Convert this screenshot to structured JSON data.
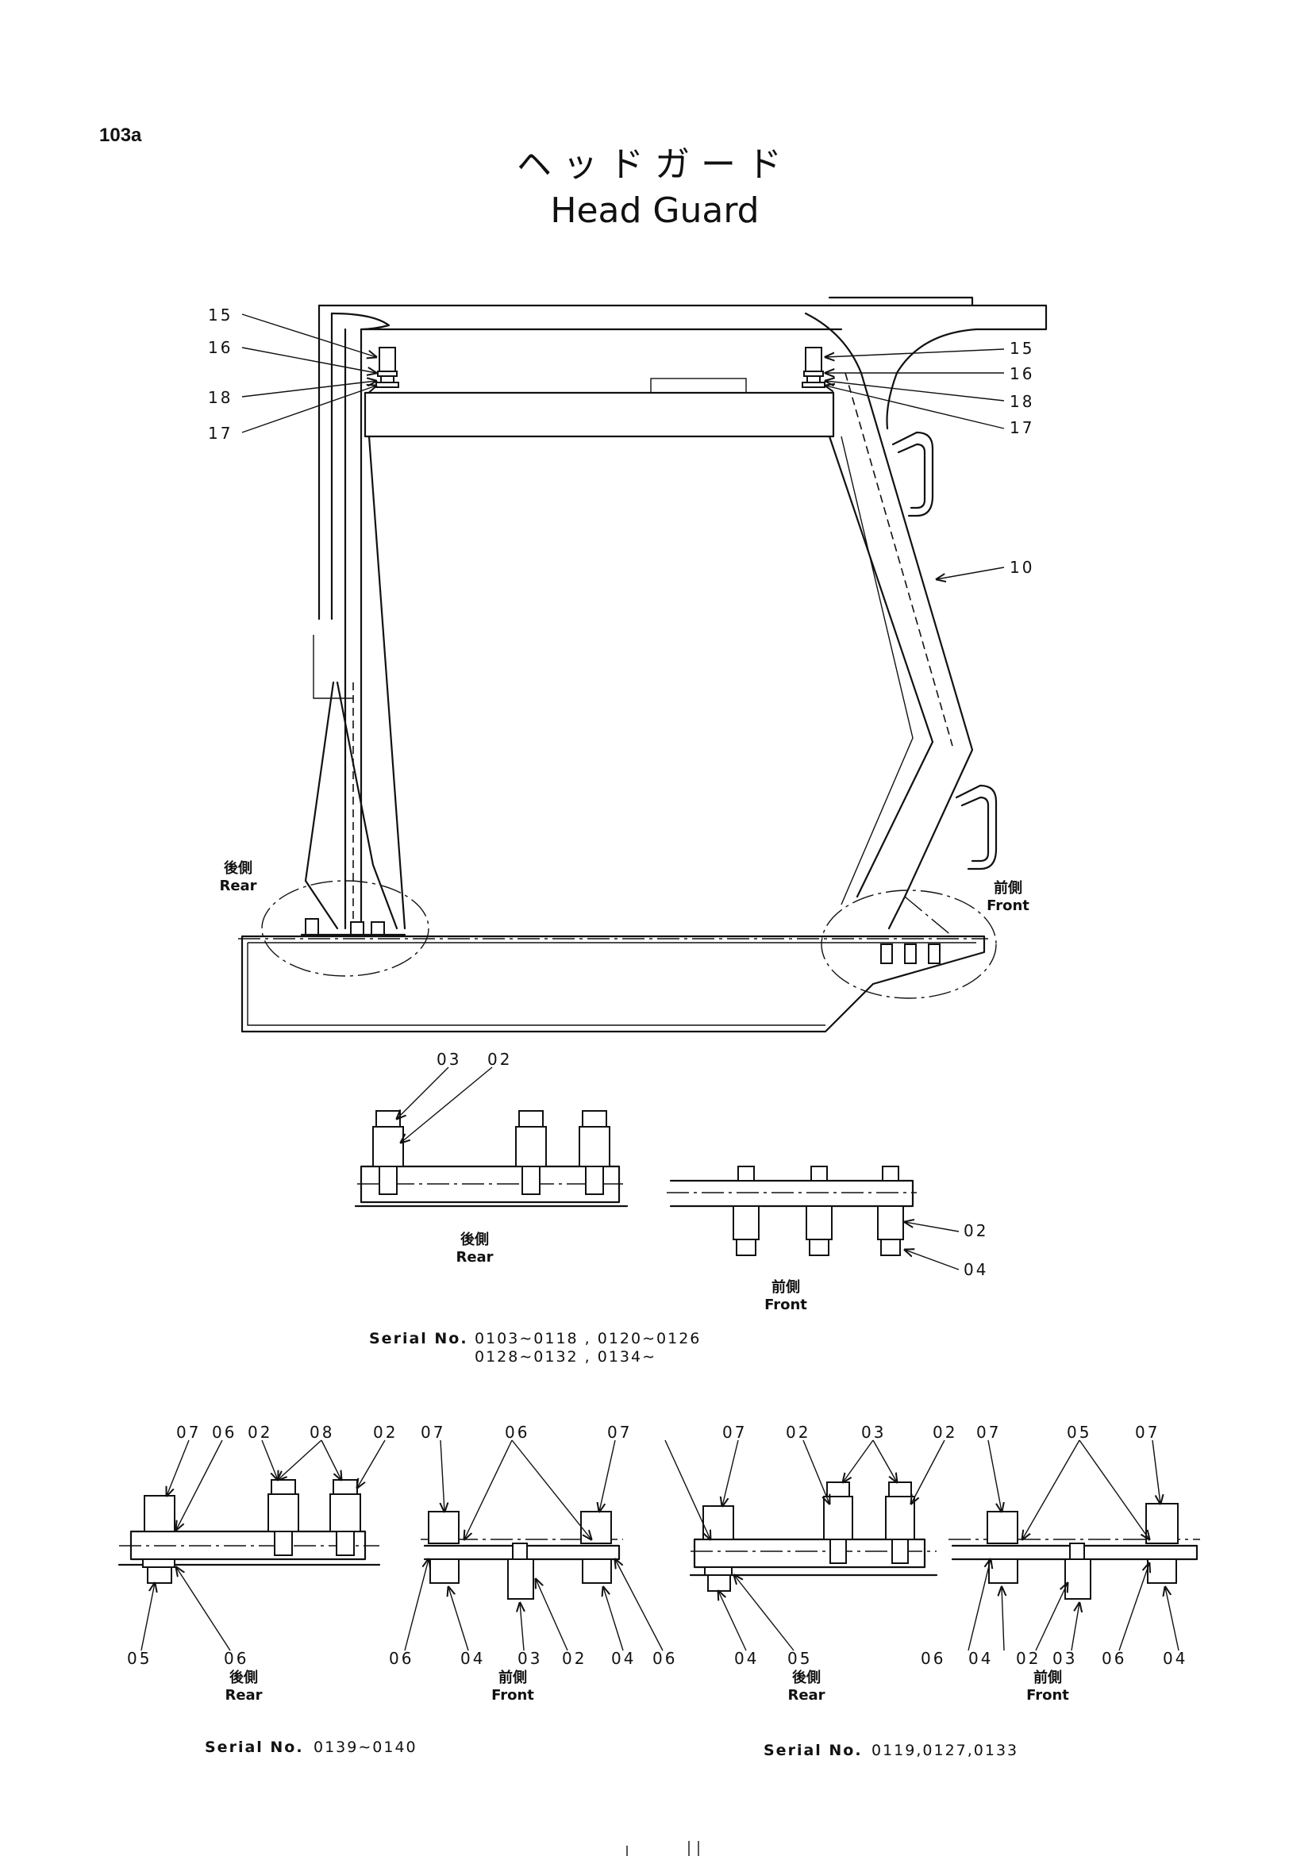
{
  "page_number": "103a",
  "title_ja": "ヘッドガード",
  "title_en": "Head Guard",
  "callouts": {
    "c15": "15",
    "c16": "16",
    "c17": "17",
    "c18": "18",
    "c10": "10",
    "c02": "02",
    "c03": "03",
    "c04": "04",
    "c05": "05",
    "c06": "06",
    "c07": "07",
    "c08": "08"
  },
  "sides": {
    "rear_ja": "後側",
    "rear_en": "Rear",
    "front_ja": "前側",
    "front_en": "Front"
  },
  "serials": {
    "label": "Serial  No.",
    "group1_line1": "0103∼0118  ,  0120∼0126",
    "group1_line2": "0128∼0132  ,  0134∼",
    "group2": "0139∼0140",
    "group3": "0119,0127,0133"
  }
}
